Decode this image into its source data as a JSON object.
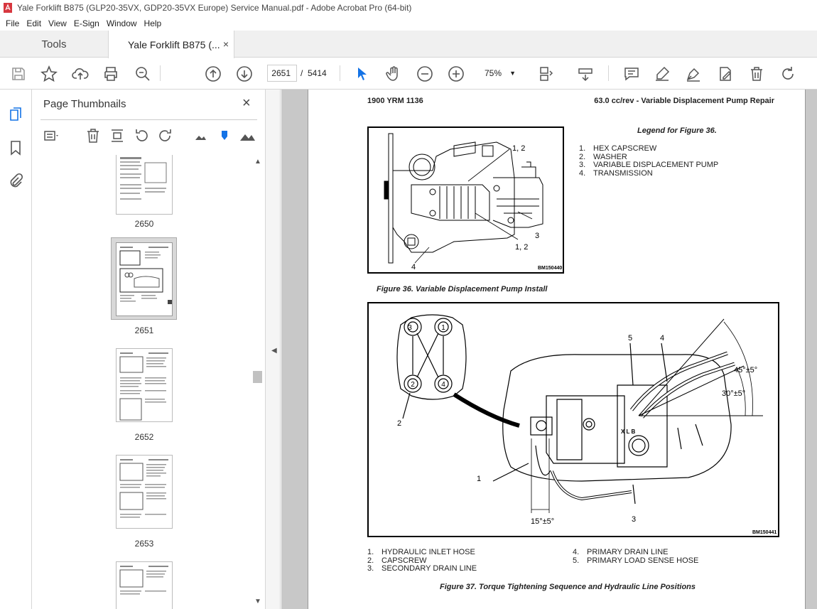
{
  "window": {
    "title": "Yale Forklift B875 (GLP20-35VX, GDP20-35VX Europe) Service Manual.pdf - Adobe Acrobat Pro (64-bit)"
  },
  "menu": [
    "File",
    "Edit",
    "View",
    "E-Sign",
    "Window",
    "Help"
  ],
  "tabs": {
    "tools": "Tools",
    "document": "Yale Forklift B875 (...",
    "close": "×"
  },
  "toolbar": {
    "current_page": "2651",
    "separator": "/",
    "total_pages": "5414",
    "zoom": "75%"
  },
  "panel": {
    "title": "Page Thumbnails",
    "close": "×",
    "thumbnails": [
      {
        "label": "2650"
      },
      {
        "label": "2651",
        "selected": true
      },
      {
        "label": "2652"
      },
      {
        "label": "2653"
      }
    ]
  },
  "document": {
    "header_left": "1900 YRM 1136",
    "header_right": "63.0 cc/rev - Variable Displacement Pump Repair",
    "legend36_title": "Legend for Figure 36.",
    "legend36": [
      {
        "n": "1.",
        "t": "HEX CAPSCREW"
      },
      {
        "n": "2.",
        "t": "WASHER"
      },
      {
        "n": "3.",
        "t": "VARIABLE DISPLACEMENT PUMP"
      },
      {
        "n": "4.",
        "t": "TRANSMISSION"
      }
    ],
    "fig36_labels": {
      "a": "1, 2",
      "b": "3",
      "c": "1, 2",
      "d": "4",
      "tag": "BM150440"
    },
    "caption36": "Figure 36. Variable Displacement Pump Install",
    "fig37_labels": {
      "c1": "1",
      "c2": "2",
      "c3": "3",
      "c4": "4",
      "c5": "5",
      "bolt1": "1",
      "bolt2": "2",
      "bolt3": "3",
      "bolt4": "4",
      "angle45": "45°±5°",
      "angle30": "30°±5°",
      "angle15": "15°±5°",
      "tag": "BM150441",
      "ports": "X L B"
    },
    "list37_left": [
      {
        "n": "1.",
        "t": "HYDRAULIC INLET HOSE"
      },
      {
        "n": "2.",
        "t": "CAPSCREW"
      },
      {
        "n": "3.",
        "t": "SECONDARY DRAIN LINE"
      }
    ],
    "list37_right": [
      {
        "n": "4.",
        "t": "PRIMARY DRAIN LINE"
      },
      {
        "n": "5.",
        "t": "PRIMARY LOAD SENSE HOSE"
      }
    ],
    "caption37": "Figure 37. Torque Tightening Sequence and Hydraulic Line Positions"
  }
}
